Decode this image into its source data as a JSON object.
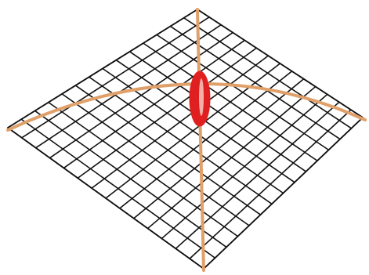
{
  "diagram": {
    "kind": "deformed-grid-plane",
    "grid_divisions": 14,
    "colors": {
      "background": "#ffffff",
      "grid": "#111111",
      "axes": "#e0a06a",
      "bulge": "#e02020",
      "bulge_highlight": "#f4b0a8"
    },
    "parts": [
      "grid-plane",
      "horizontal-arc",
      "vertical-line",
      "red-bulge"
    ]
  }
}
